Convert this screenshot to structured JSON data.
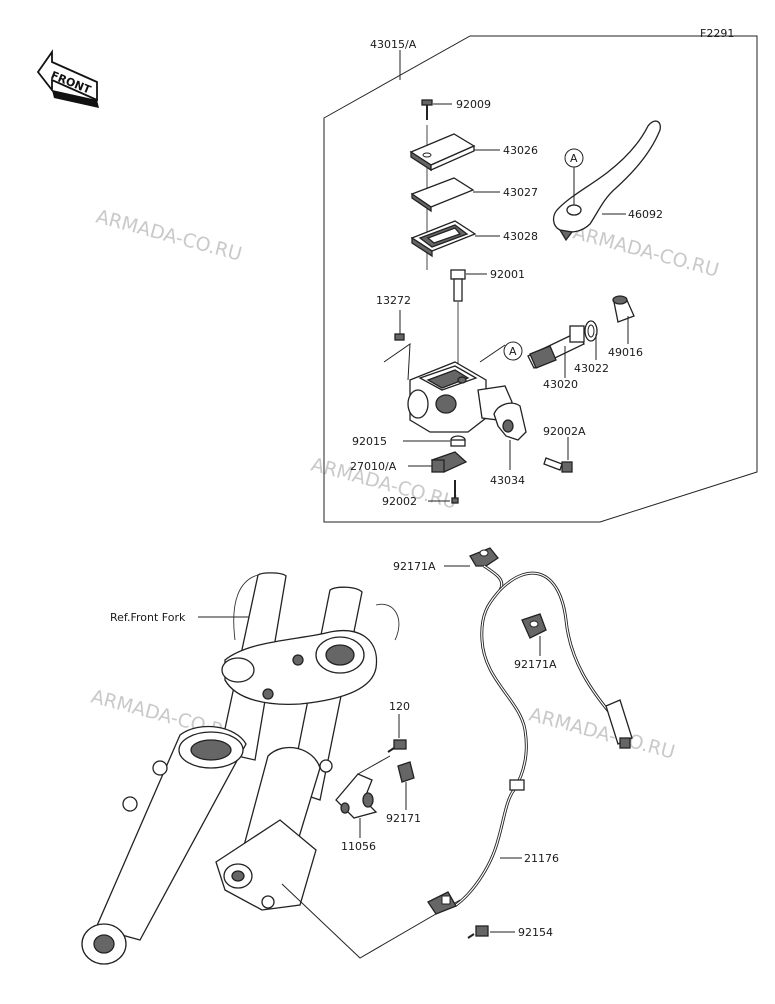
{
  "diagram_code": "F2291",
  "front_label": "FRONT",
  "ref_label": "Ref.Front Fork",
  "watermark": "ARMADA-CO.RU",
  "callout_a": "A",
  "parts": [
    {
      "id": "43015/A"
    },
    {
      "id": "92009"
    },
    {
      "id": "43026"
    },
    {
      "id": "43027"
    },
    {
      "id": "43028"
    },
    {
      "id": "46092"
    },
    {
      "id": "92001"
    },
    {
      "id": "13272"
    },
    {
      "id": "49016"
    },
    {
      "id": "43022"
    },
    {
      "id": "43020"
    },
    {
      "id": "92002A"
    },
    {
      "id": "92015"
    },
    {
      "id": "27010/A"
    },
    {
      "id": "43034"
    },
    {
      "id": "92002"
    },
    {
      "id": "92171A"
    },
    {
      "id": "92171A"
    },
    {
      "id": "120"
    },
    {
      "id": "92171"
    },
    {
      "id": "11056"
    },
    {
      "id": "21176"
    },
    {
      "id": "92154"
    }
  ]
}
